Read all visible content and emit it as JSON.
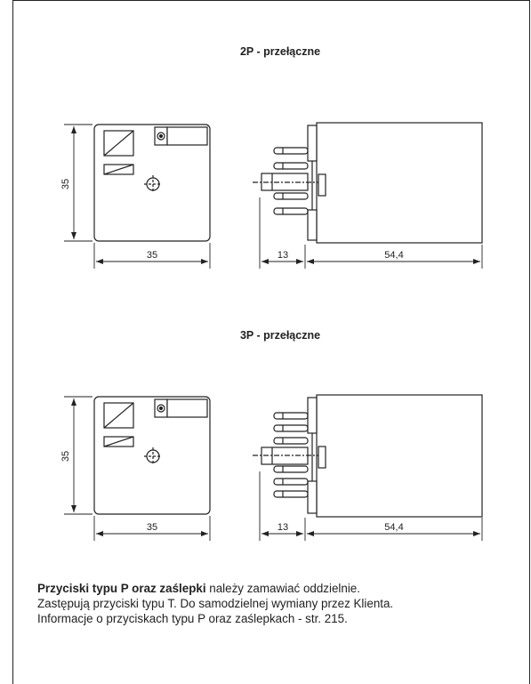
{
  "sections": [
    {
      "title": "2P - przełączne",
      "dims": {
        "height": "35",
        "width": "35",
        "pin": "13",
        "depth": "54,4"
      }
    },
    {
      "title": "3P - przełączne",
      "dims": {
        "height": "35",
        "width": "35",
        "pin": "13",
        "depth": "54,4"
      }
    }
  ],
  "note": {
    "bold": "Przyciski typu P oraz zaślepki",
    "line1_rest": " należy zamawiać oddzielnie.",
    "line2": "Zastępują przyciski typu T.  Do samodzielnej wymiany przez Klienta.",
    "line3": "Informacje o przyciskach typu P oraz zaślepkach - str. 215."
  }
}
